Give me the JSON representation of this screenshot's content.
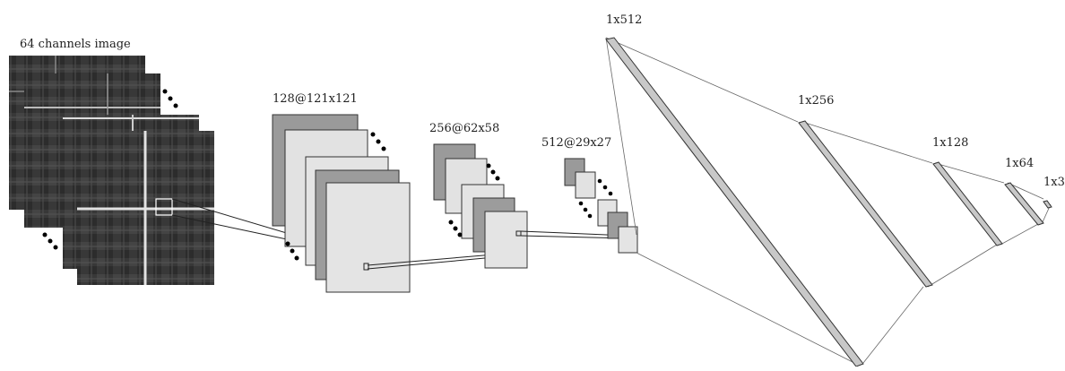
{
  "labels": {
    "input": "64 channels image",
    "conv1": "128@121x121",
    "conv2": "256@62x58",
    "conv3": "512@29x27",
    "fc1": "1x512",
    "fc2": "1x256",
    "fc3": "1x128",
    "fc4": "1x64",
    "fc5": "1x3"
  },
  "colors": {
    "heatmap_base": "#3a3a3a",
    "heatmap_line": "#d8d8d8",
    "feature_dark": "#9a9a9a",
    "feature_light": "#e4e4e4",
    "outline": "#333333",
    "dense_fill": "#c8c8c8"
  }
}
